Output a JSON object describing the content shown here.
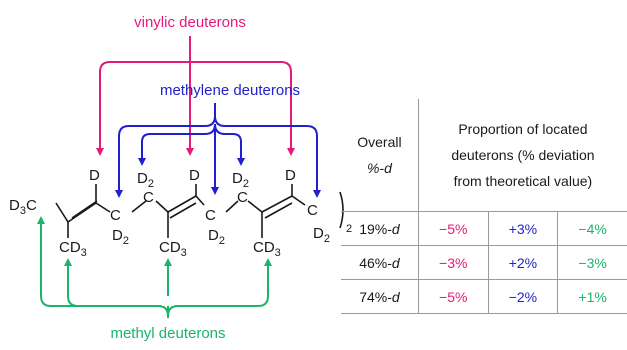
{
  "colors": {
    "vinylic": "#e6197a",
    "methylene": "#1f1fcc",
    "methyl": "#19b56b",
    "bond": "#1a1a1a",
    "rule": "#9a9a9a"
  },
  "labels": {
    "vinylic": "vinylic deuterons",
    "methylene": "methylene deuterons",
    "methyl": "methyl deuterons"
  },
  "molecule": {
    "D": "D",
    "D2": "D",
    "D2_sub": "2",
    "D3": "D",
    "D3_sub": "3",
    "C": "C",
    "CD3_c": "CD",
    "CD3_sub": "3",
    "D3C_d": "D",
    "D3C_sub": "3",
    "D3C_c": "C",
    "repeat_sub": "2"
  },
  "table": {
    "header_overall_line1": "Overall",
    "header_overall_line2": "%-d",
    "header_prop_line1": "Proportion of located",
    "header_prop_line2": "deuterons (% deviation",
    "header_prop_line3": "from theoretical value)",
    "rows": [
      {
        "num": "19%-",
        "d": "d",
        "vinylic": "−5%",
        "methylene": "+3%",
        "methyl": "−4%"
      },
      {
        "num": "46%-",
        "d": "d",
        "vinylic": "−3%",
        "methylene": "+2%",
        "methyl": "−3%"
      },
      {
        "num": "74%-",
        "d": "d",
        "vinylic": "−5%",
        "methylene": "−2%",
        "methyl": "+1%"
      }
    ]
  }
}
